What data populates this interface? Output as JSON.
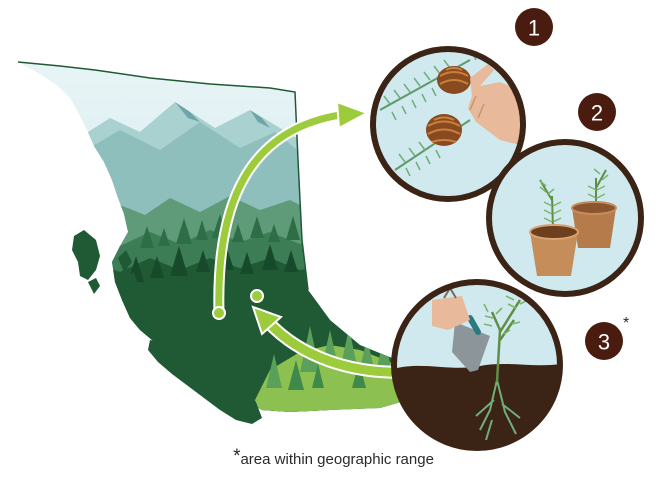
{
  "steps": [
    {
      "number": "1",
      "icon": "pine-cone-collection-icon"
    },
    {
      "number": "2",
      "icon": "seedling-pots-icon"
    },
    {
      "number": "3",
      "icon": "planting-trowel-icon",
      "marker": "*"
    }
  ],
  "footnote": {
    "marker": "*",
    "text": "area within geographic range"
  },
  "colors": {
    "arrow": "#9ccb3b",
    "badge": "#4a1c0f",
    "forest_dark": "#1f5a34",
    "forest_mid": "#3d7d55",
    "mountain": "#8fbfbd",
    "sky": "#d8ecf0",
    "soil": "#3b2416",
    "circle_ring": "#3b2416",
    "circle_bg": "#cfe9ee"
  }
}
